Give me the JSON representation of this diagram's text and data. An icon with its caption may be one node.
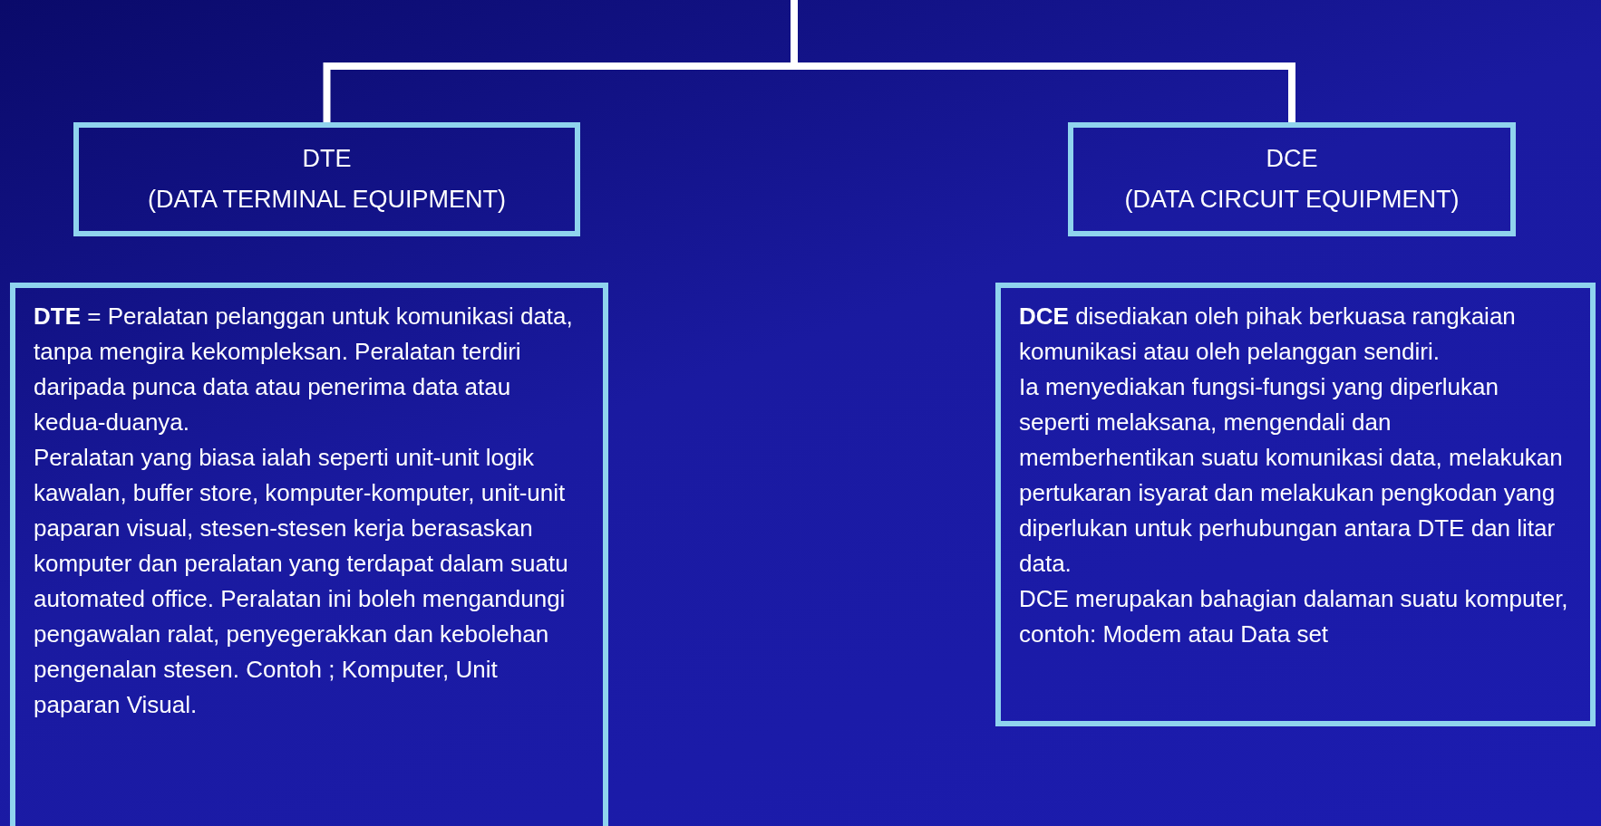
{
  "diagram": {
    "nodes": [
      {
        "text": [
          "DTE",
          "(DATA TERMINAL EQUIPMENT)"
        ]
      },
      {
        "text": [
          "DCE",
          "(DATA CIRCUIT EQUIPMENT)"
        ]
      },
      {
        "text": [
          "**DTE** = Peralatan pelanggan untuk komunikasi data, tanpa mengira kekompleksan. Peralatan terdiri daripada punca data atau penerima data atau kedua-duanya.",
          "Peralatan yang biasa ialah seperti unit-unit logik kawalan, buffer store, komputer-komputer, unit-unit paparan visual, stesen-stesen kerja berasaskan komputer dan peralatan yang terdapat dalam suatu automated office. Peralatan ini boleh mengandungi pengawalan ralat, penyegerakkan dan kebolehan pengenalan stesen. Contoh ; Komputer, Unit paparan Visual."
        ]
      },
      {
        "text": [
          "**DCE** disediakan oleh pihak berkuasa rangkaian komunikasi atau oleh pelanggan sendiri.",
          "Ia menyediakan fungsi-fungsi yang diperlukan seperti melaksana, mengendali dan memberhentikan suatu komunikasi data, melakukan pertukaran isyarat dan melakukan pengkodan yang diperlukan untuk perhubungan antara DTE dan litar data.",
          "DCE merupakan bahagian dalaman suatu komputer, contoh: Modem atau Data set"
        ]
      }
    ],
    "edges": [
      {
        "from": null,
        "to": 0,
        "arrow": "none"
      },
      {
        "from": null,
        "to": 1,
        "arrow": "none"
      }
    ]
  }
}
